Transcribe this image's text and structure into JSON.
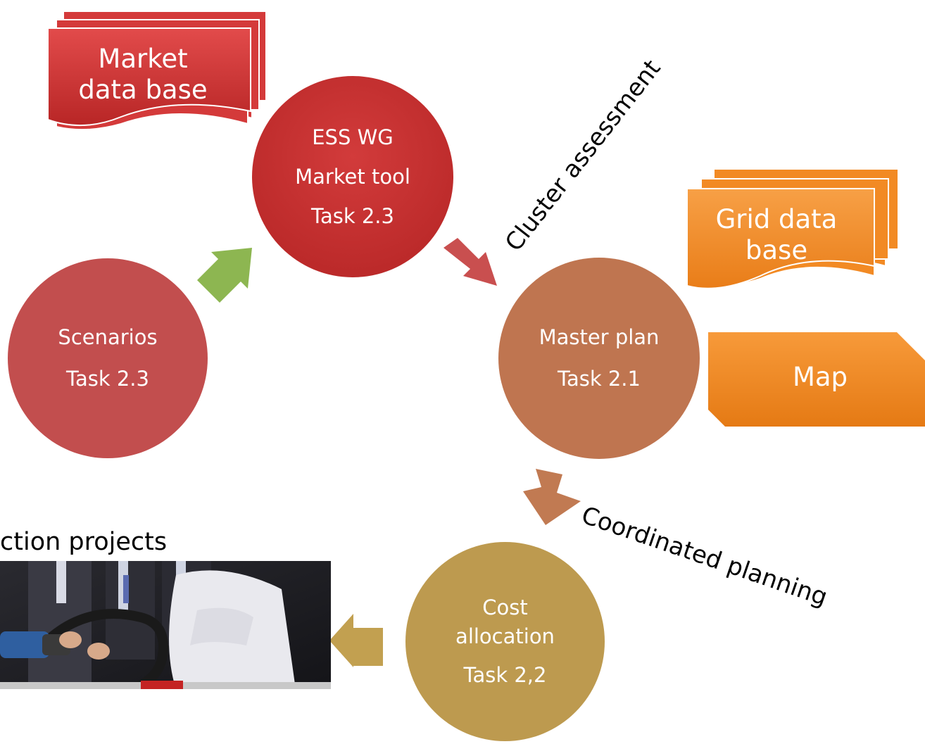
{
  "nodes": {
    "market_db": {
      "lines": [
        "Market",
        "data base"
      ],
      "color": "#d43a3a"
    },
    "ess_wg": {
      "lines": [
        "ESS WG",
        "Market tool",
        "Task 2.3"
      ],
      "color": "#c9302f"
    },
    "scenarios": {
      "lines": [
        "Scenarios",
        "Task 2.3"
      ],
      "color": "#c24e4e"
    },
    "grid_db": {
      "lines": [
        "Grid data",
        "base"
      ],
      "color": "#f28a24"
    },
    "map": {
      "label": "Map",
      "color": "#f28a24"
    },
    "master_plan": {
      "lines": [
        "Master plan",
        "Task 2.1"
      ],
      "color": "#bf7550"
    },
    "cost_allocation": {
      "lines": [
        "Cost",
        "allocation",
        "Task 2,2"
      ],
      "color": "#bd9a4f"
    }
  },
  "edges": {
    "cluster_assessment": "Cluster assessment",
    "coordinated_planning": "Coordinated planning"
  },
  "photo_caption": "ction projects",
  "arrow_colors": {
    "green": "#8db651",
    "red": "#c94f4f",
    "brown": "#c17a52",
    "gold": "#c2a050"
  }
}
